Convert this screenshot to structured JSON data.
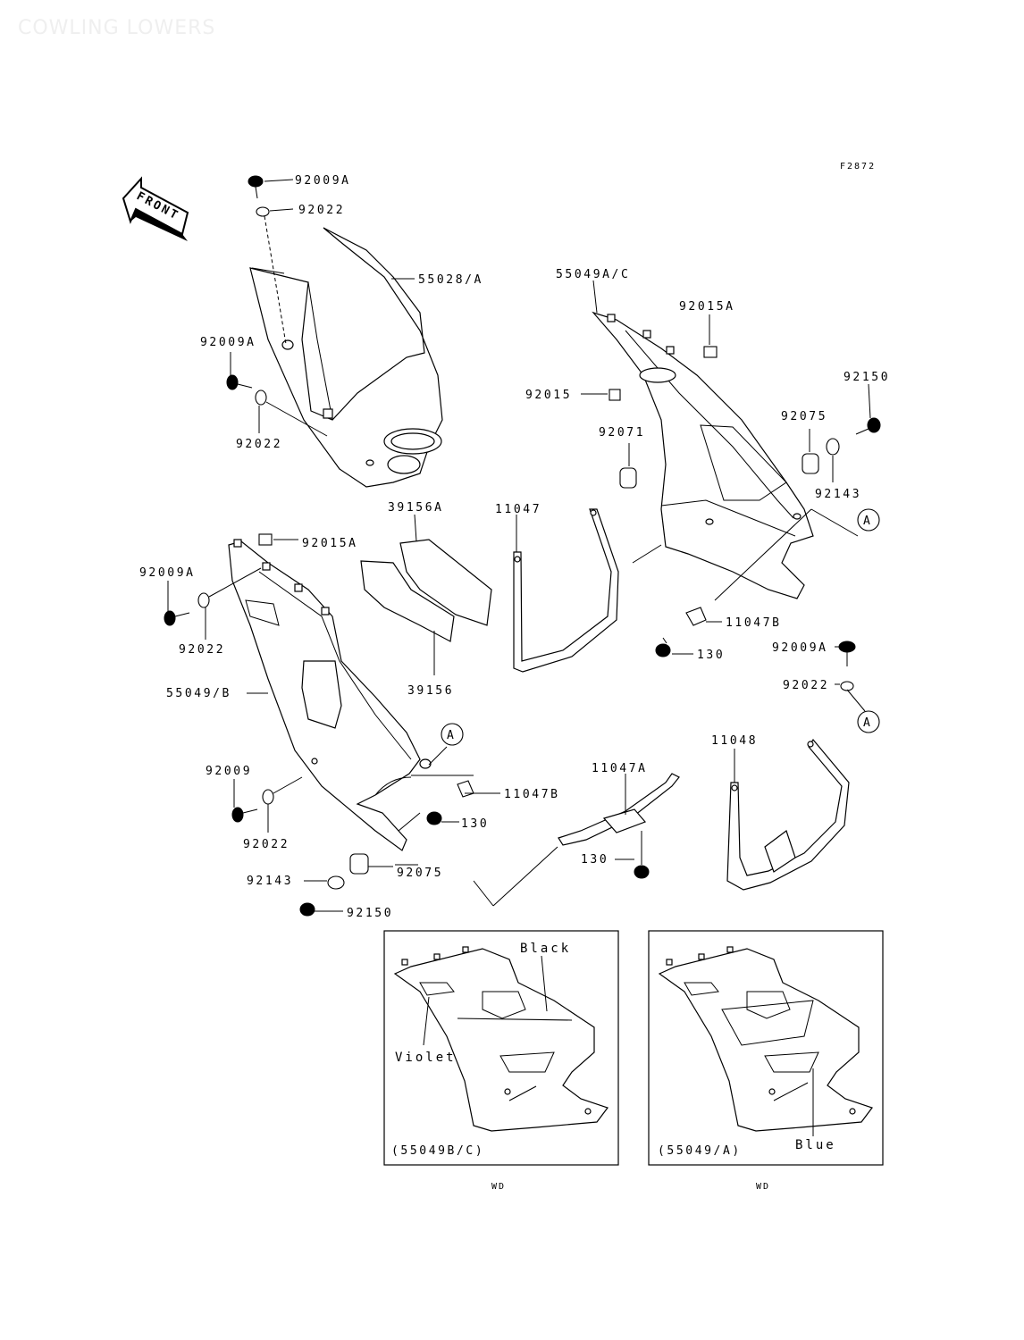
{
  "header": {
    "section_title": "COWLING LOWERS",
    "figure_code": "F2872"
  },
  "orientation": {
    "arrow_label": "FRONT",
    "reference_marker": "A"
  },
  "part_labels": {
    "p92009A_top": "92009A",
    "p92022_top": "92022",
    "p55028": "55028/A",
    "p55049AC": "55049A/C",
    "p92015A_top": "92015A",
    "p92009A_left": "92009A",
    "p92022_left": "92022",
    "p92015": "92015",
    "p92150_right": "92150",
    "p92075_right": "92075",
    "p92071": "92071",
    "p92143_right": "92143",
    "p39156A": "39156A",
    "p11047": "11047",
    "p92015A_mid": "92015A",
    "p92009A_mid": "92009A",
    "p92022_mid": "92022",
    "p11047B_right": "11047B",
    "p130_right": "130",
    "p92009A_right": "92009A",
    "p92022_right": "92022",
    "p39156": "39156",
    "p55049B": "55049/B",
    "p11048": "11048",
    "p92009": "92009",
    "p11047B_lower": "11047B",
    "p11047A": "11047A",
    "p130_lower": "130",
    "p92022_lower": "92022",
    "p130_bottom": "130",
    "p92075_lower": "92075",
    "p92143_lower": "92143",
    "p92150_lower": "92150"
  },
  "variants": [
    {
      "code": "(55049B/C)",
      "region": "WD",
      "color_labels": [
        "Black",
        "Violet"
      ]
    },
    {
      "code": "(55049/A)",
      "region": "WD",
      "color_labels": [
        "Blue"
      ]
    }
  ]
}
